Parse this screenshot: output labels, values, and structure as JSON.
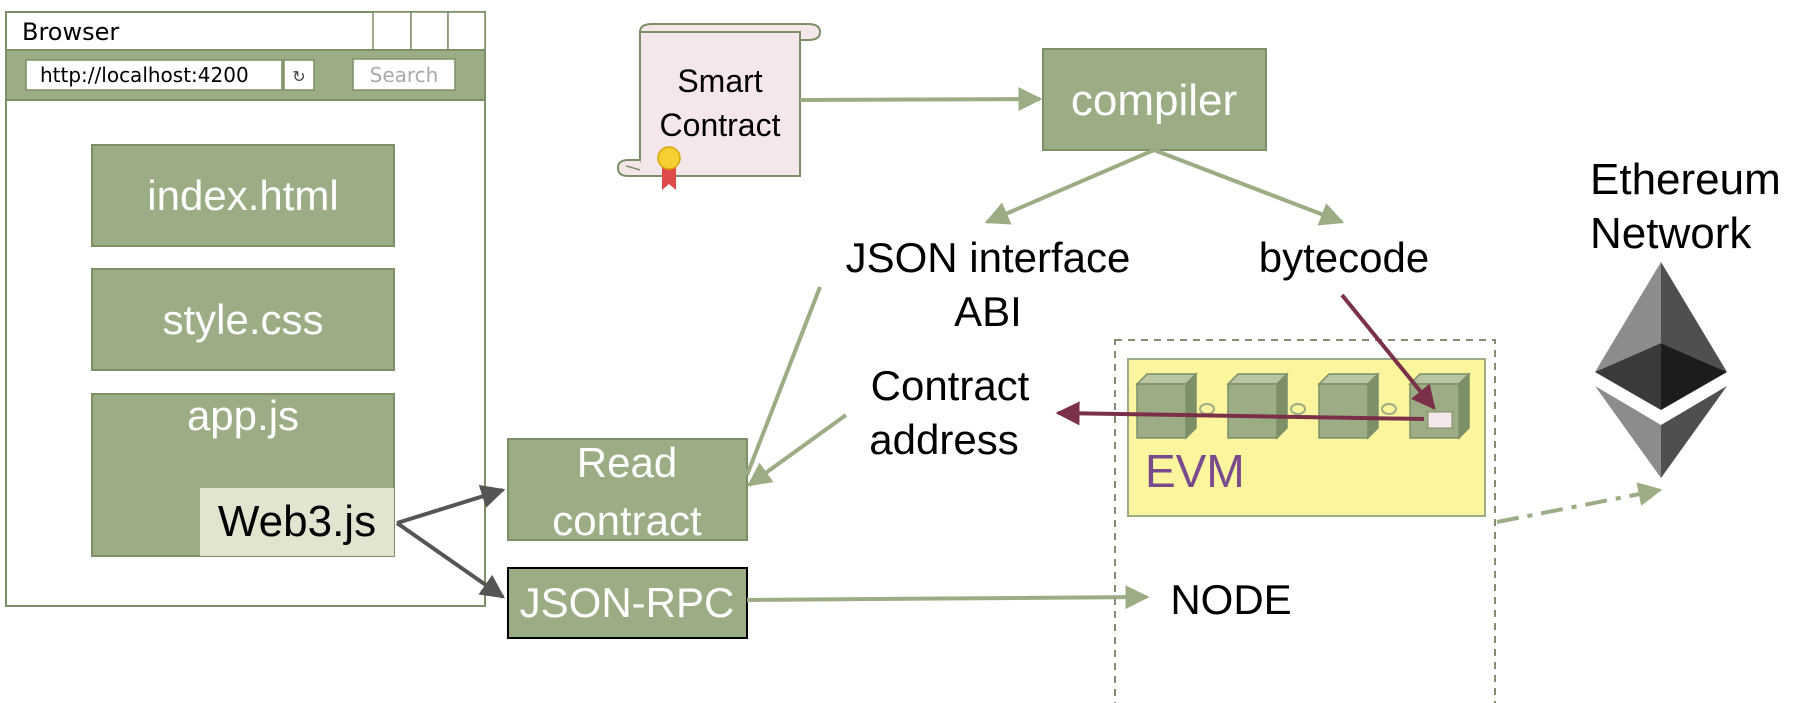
{
  "browser": {
    "title": "Browser",
    "url": "http://localhost:4200",
    "reload_glyph": "↻",
    "search_placeholder": "Search",
    "files": [
      "index.html",
      "style.css",
      "app.js"
    ],
    "web3": "Web3.js"
  },
  "smart_contract": {
    "line1": "Smart",
    "line2": "Contract"
  },
  "compiler": "compiler",
  "abi": {
    "line1": "JSON interface",
    "line2": "ABI"
  },
  "bytecode": "bytecode",
  "contract_address": {
    "line1": "Contract",
    "line2": "address"
  },
  "read_contract": {
    "line1": "Read",
    "line2": "contract"
  },
  "json_rpc": "JSON-RPC",
  "evm": "EVM",
  "node": "NODE",
  "ethereum": {
    "line1": "Ethereum",
    "line2": "Network"
  },
  "colors": {
    "sage": "#9cac84",
    "sage_dark": "#7d8f66",
    "pale_sage": "#dfe5cf",
    "maroon": "#7a3048",
    "evm_yellow": "#fbf59d",
    "evm_text": "#7a4a8c",
    "scroll_pink": "#f5e6ea",
    "dark_gray": "#555555"
  },
  "icons": [
    "scroll-icon",
    "ribbon-icon",
    "block-cube-icon",
    "chain-link-icon",
    "ethereum-logo-icon"
  ]
}
